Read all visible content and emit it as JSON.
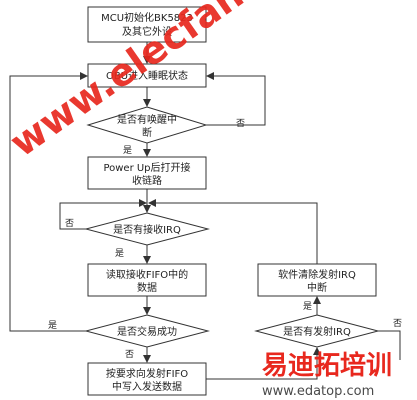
{
  "nodes": {
    "mcu_init": [
      "MCU初始化BK5823",
      "及其它外设"
    ],
    "sleep_state": [
      "OBU进入睡眠状态"
    ],
    "wakeup_check": [
      "是否有唤醒中",
      "断"
    ],
    "power_up": [
      "Power Up后打开接",
      "收链路"
    ],
    "receive_check": [
      "是否有接收IRQ"
    ],
    "read_fifo": [
      "读取接收FIFO中的",
      "数据"
    ],
    "trade_check": [
      "是否交易成功"
    ],
    "write_tx": [
      "按要求向发射FIFO",
      "中写入发送数据"
    ],
    "clear_tx_irq": [
      "软件清除发射IRQ",
      "中断"
    ],
    "send_irq_check": [
      "是否有发射IRQ"
    ]
  },
  "edge_labels": {
    "wakeup_no": "否",
    "wakeup_yes": "是",
    "receive_no": "否",
    "receive_yes": "是",
    "trade_yes": "是",
    "trade_no": "否",
    "send_yes": "是",
    "send_no": "否"
  },
  "watermarks": {
    "elecfans": "www.elecfans.com",
    "edatop_logo": "易迪拓培训",
    "edatop_url": "www.edatop.com"
  },
  "colors": {
    "stroke": "#333333",
    "watermark_red": "#e8281e"
  }
}
